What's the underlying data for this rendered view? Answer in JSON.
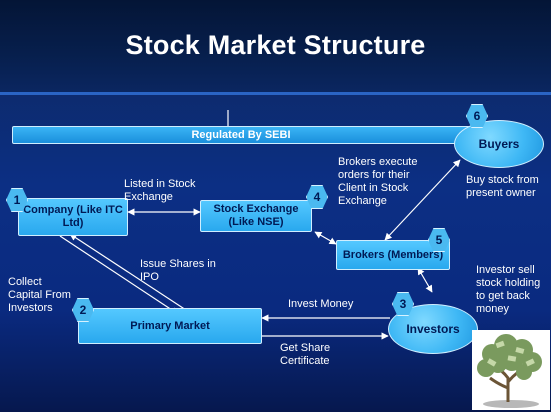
{
  "title": "Stock Market Structure",
  "regulator": "Regulated By SEBI",
  "nodes": {
    "company": {
      "num": "1",
      "label": "Company (Like ITC Ltd)"
    },
    "primary": {
      "num": "2",
      "label": "Primary Market"
    },
    "investors": {
      "num": "3",
      "label": "Investors"
    },
    "exchange": {
      "num": "4",
      "label": "Stock Exchange (Like NSE)"
    },
    "brokers": {
      "num": "5",
      "label": "Brokers (Members)"
    },
    "buyers": {
      "num": "6",
      "label": "Buyers"
    }
  },
  "edges": {
    "listed": "Listed in Stock Exchange",
    "issue": "Issue Shares in IPO",
    "collect": "Collect Capital From Investors",
    "invest": "Invest Money",
    "certificate": "Get Share Certificate",
    "brokers_exec": "Brokers execute orders for their Client in Stock Exchange",
    "buy_stock": "Buy stock from present owner",
    "investor_sell": "Investor sell stock holding to get back money"
  },
  "colors": {
    "accent": "#3fb8f5",
    "title_band": "#071f4d",
    "text_dark": "#001a55"
  },
  "image_icons": [
    "money-tree-icon"
  ]
}
